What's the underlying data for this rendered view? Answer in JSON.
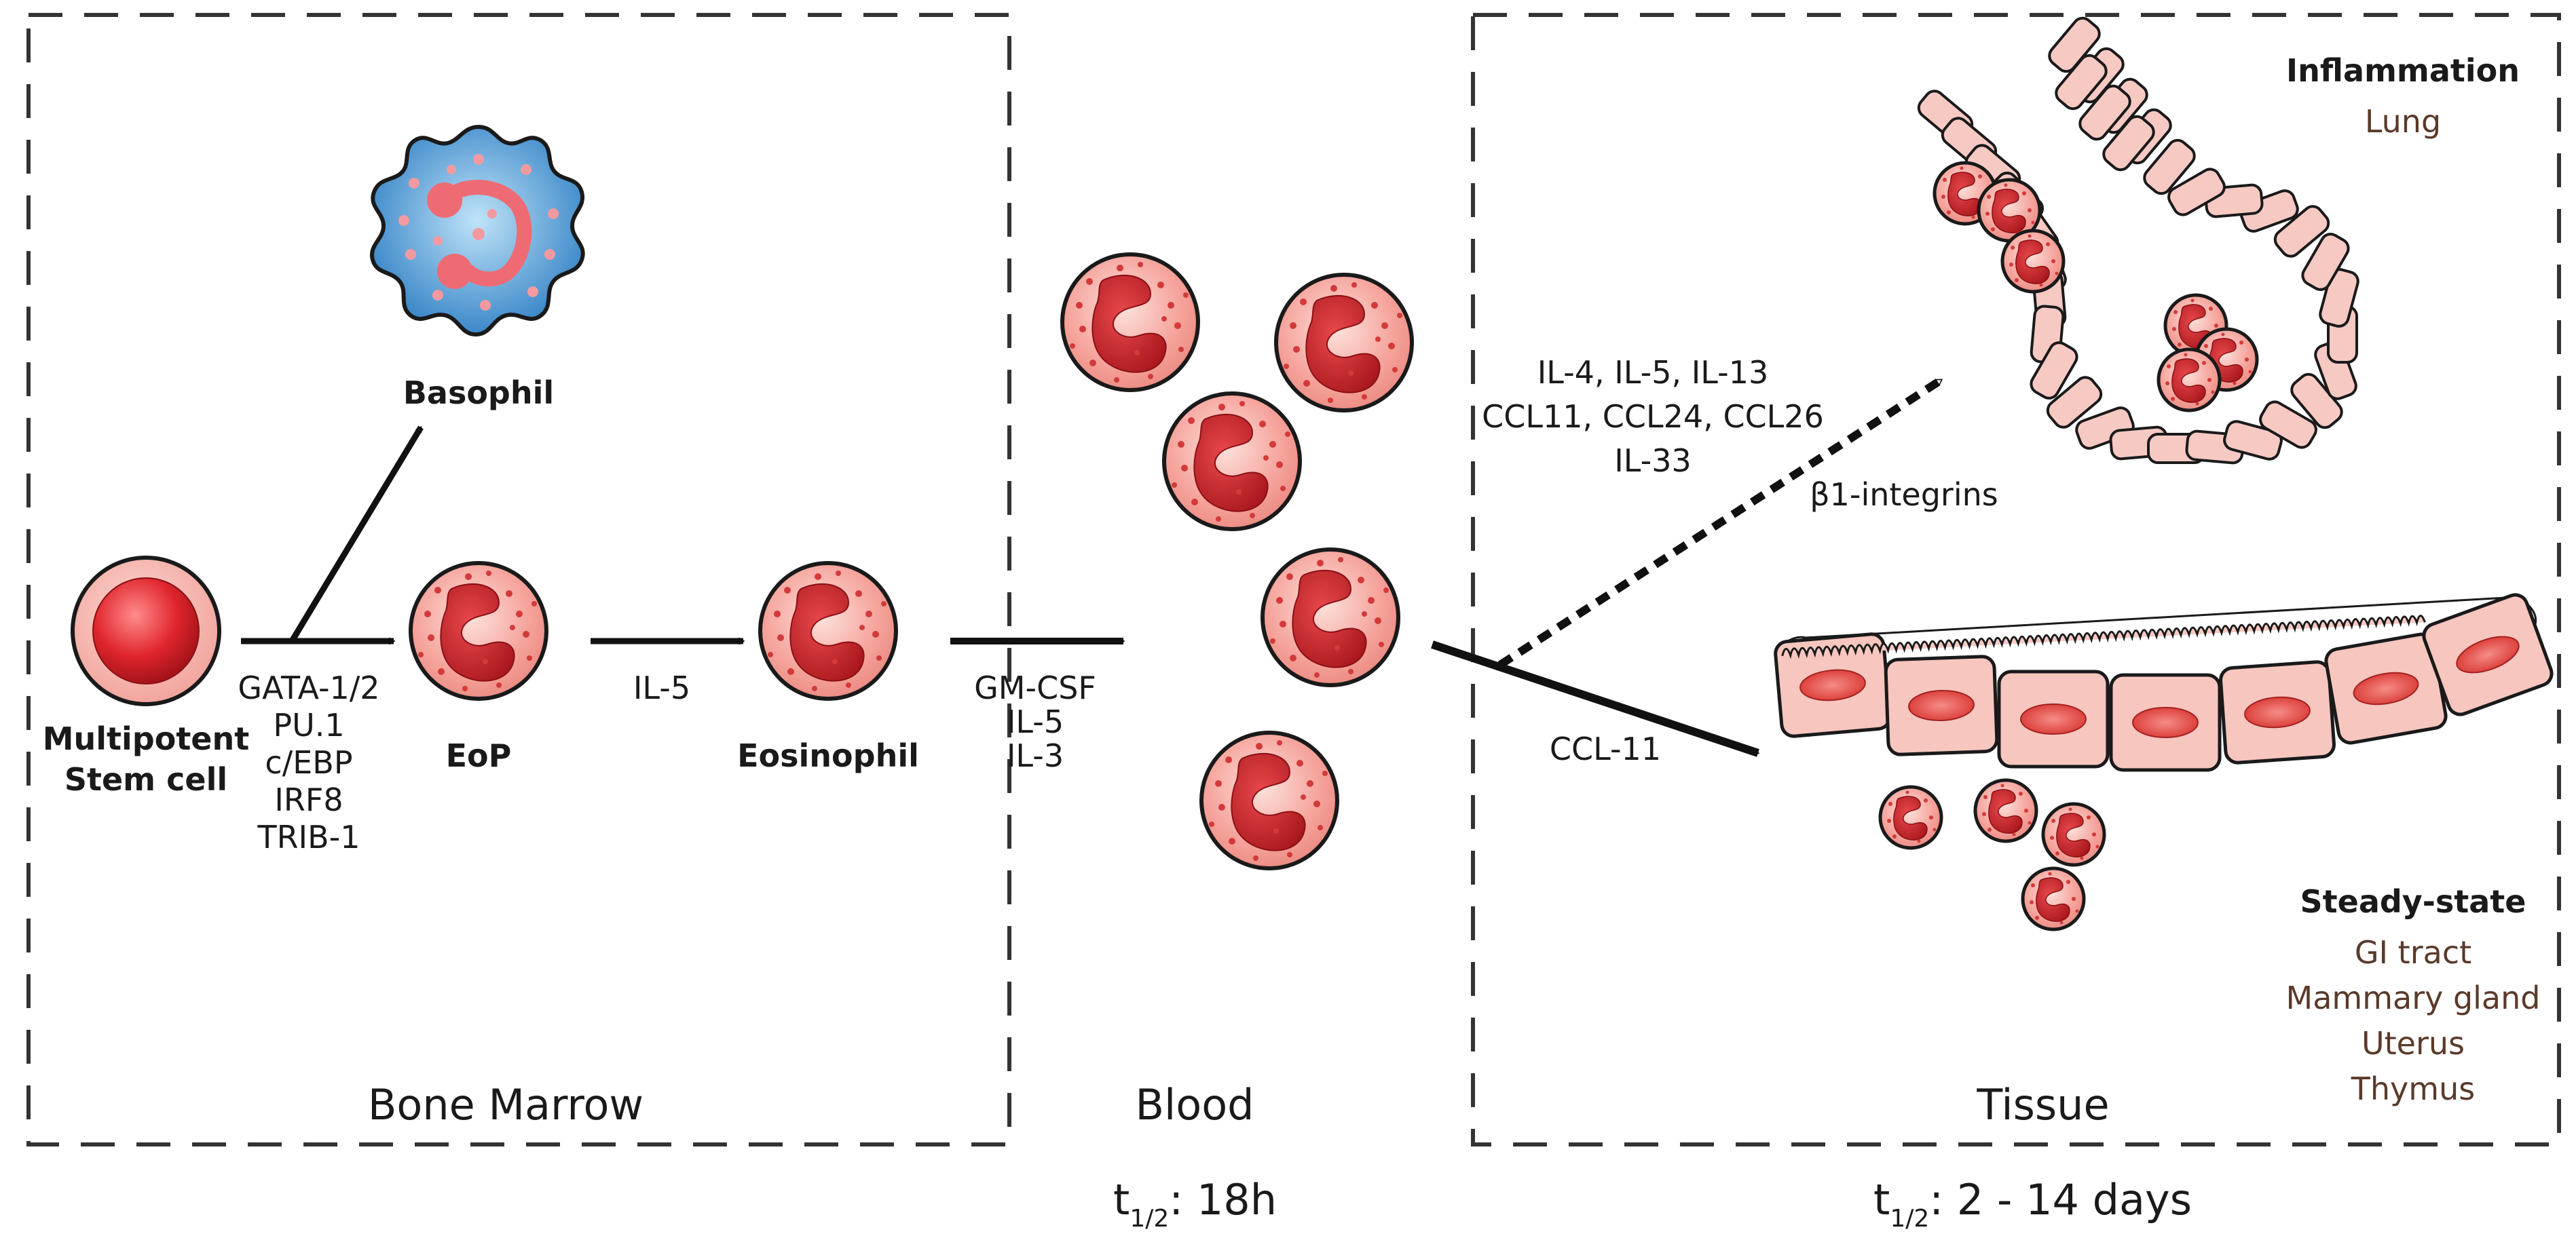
{
  "cells": {
    "stem": "Multipotent",
    "stem_line2": "Stem cell",
    "basophil": "Basophil",
    "eop": "EoP",
    "eosinophil": "Eosinophil"
  },
  "factors": {
    "transcription": [
      "GATA-1/2",
      "PU.1",
      "c/EBP",
      "IRF8",
      "TRIB-1"
    ],
    "eop_to_eos": "IL-5",
    "to_blood": [
      "GM-CSF",
      "IL-5",
      "IL-3"
    ],
    "inflammation": [
      "IL-4, IL-5, IL-13",
      "CCL11, CCL24,  CCL26",
      "IL-33"
    ],
    "integrins": "β1-integrins",
    "steady": "CCL-11"
  },
  "tissue": {
    "inflammation_title": "Inflammation",
    "inflammation_site": "Lung",
    "steady_title": "Steady-state",
    "steady_sites": [
      "GI tract",
      "Mammary gland",
      "Uterus",
      "Thymus"
    ]
  },
  "regions": {
    "bone_marrow": "Bone Marrow",
    "blood": "Blood",
    "tissue": "Tissue"
  },
  "half_life": {
    "blood_prefix": "t",
    "blood_sub": "1/2",
    "blood_value": ": 18h",
    "tissue_prefix": "t",
    "tissue_sub": "1/2",
    "tissue_value": ":  2 - 14 days"
  },
  "colors": {
    "cell_fill": "#f6a9a4",
    "cell_outline": "#1a1a1a",
    "nucleus": "#c8262a",
    "granule": "#d33a3a",
    "epithelium": "#f7c9c3",
    "basophil": "#3a8fd0"
  }
}
